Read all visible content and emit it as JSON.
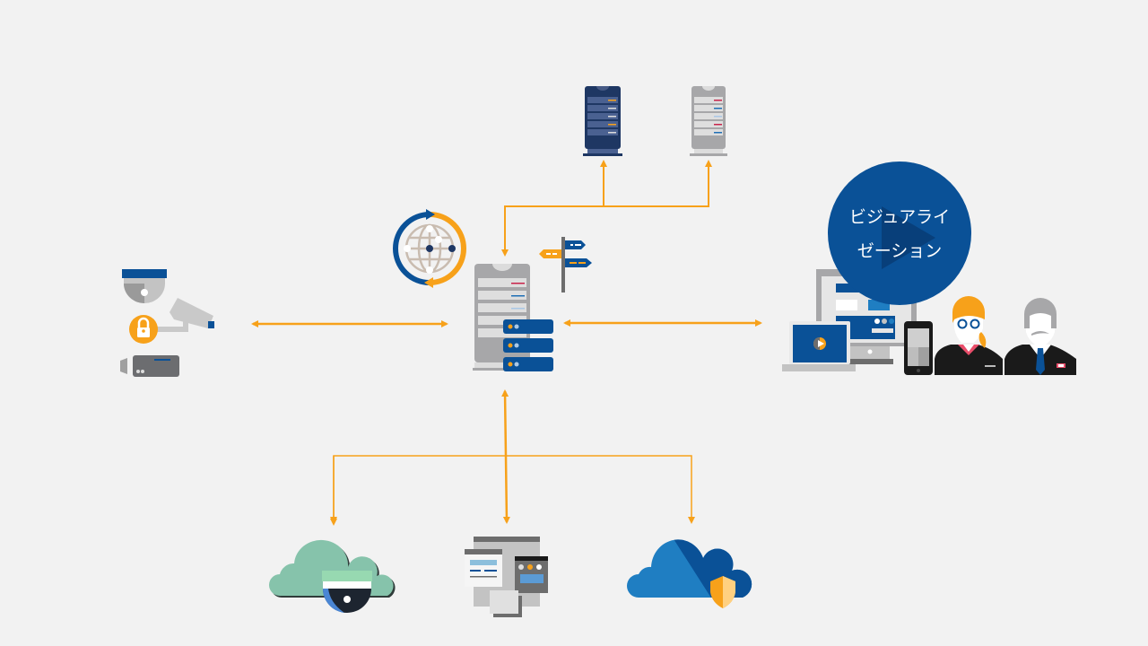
{
  "diagram": {
    "title": "",
    "background": "#f2f2f2",
    "colors": {
      "connector": "#f7a11a",
      "primary_blue": "#0a5197",
      "dark_navy": "#1e3763",
      "server_gray": "#a6a6a8",
      "cloud_green": "#86c3ab",
      "cloud_blue": "#1f7ec2"
    },
    "nodes": {
      "central_server": {
        "icon": "server-with-storage-icon",
        "role": "central hub"
      },
      "network_globe": {
        "icon": "globe-sync-icon"
      },
      "signpost": {
        "icon": "signpost-icon"
      },
      "top_servers": [
        {
          "icon": "server-tower-icon",
          "variant": "navy"
        },
        {
          "icon": "server-tower-icon",
          "variant": "gray"
        }
      ],
      "cameras": {
        "icons": [
          "dome-camera-icon",
          "lock-icon",
          "bullet-camera-icon",
          "video-camera-icon"
        ]
      },
      "visualization": {
        "label_line1": "ビジュアライ",
        "label_line2": "ゼーション",
        "icons": [
          "monitor-icon",
          "laptop-icon",
          "smartphone-icon",
          "woman-avatar-icon",
          "man-avatar-icon",
          "play-icon"
        ]
      },
      "bottom": [
        {
          "icon": "cloud-camera-icon",
          "variant": "green"
        },
        {
          "icon": "application-windows-icon"
        },
        {
          "icon": "cloud-shield-icon",
          "variant": "blue"
        }
      ]
    },
    "connections": [
      {
        "from": "central_server",
        "to": "top_servers",
        "direction": "to-both"
      },
      {
        "from": "cameras",
        "to": "central_server",
        "direction": "bidirectional"
      },
      {
        "from": "central_server",
        "to": "visualization",
        "direction": "bidirectional"
      },
      {
        "from": "central_server",
        "to": "bottom",
        "direction": "bidirectional"
      }
    ]
  }
}
